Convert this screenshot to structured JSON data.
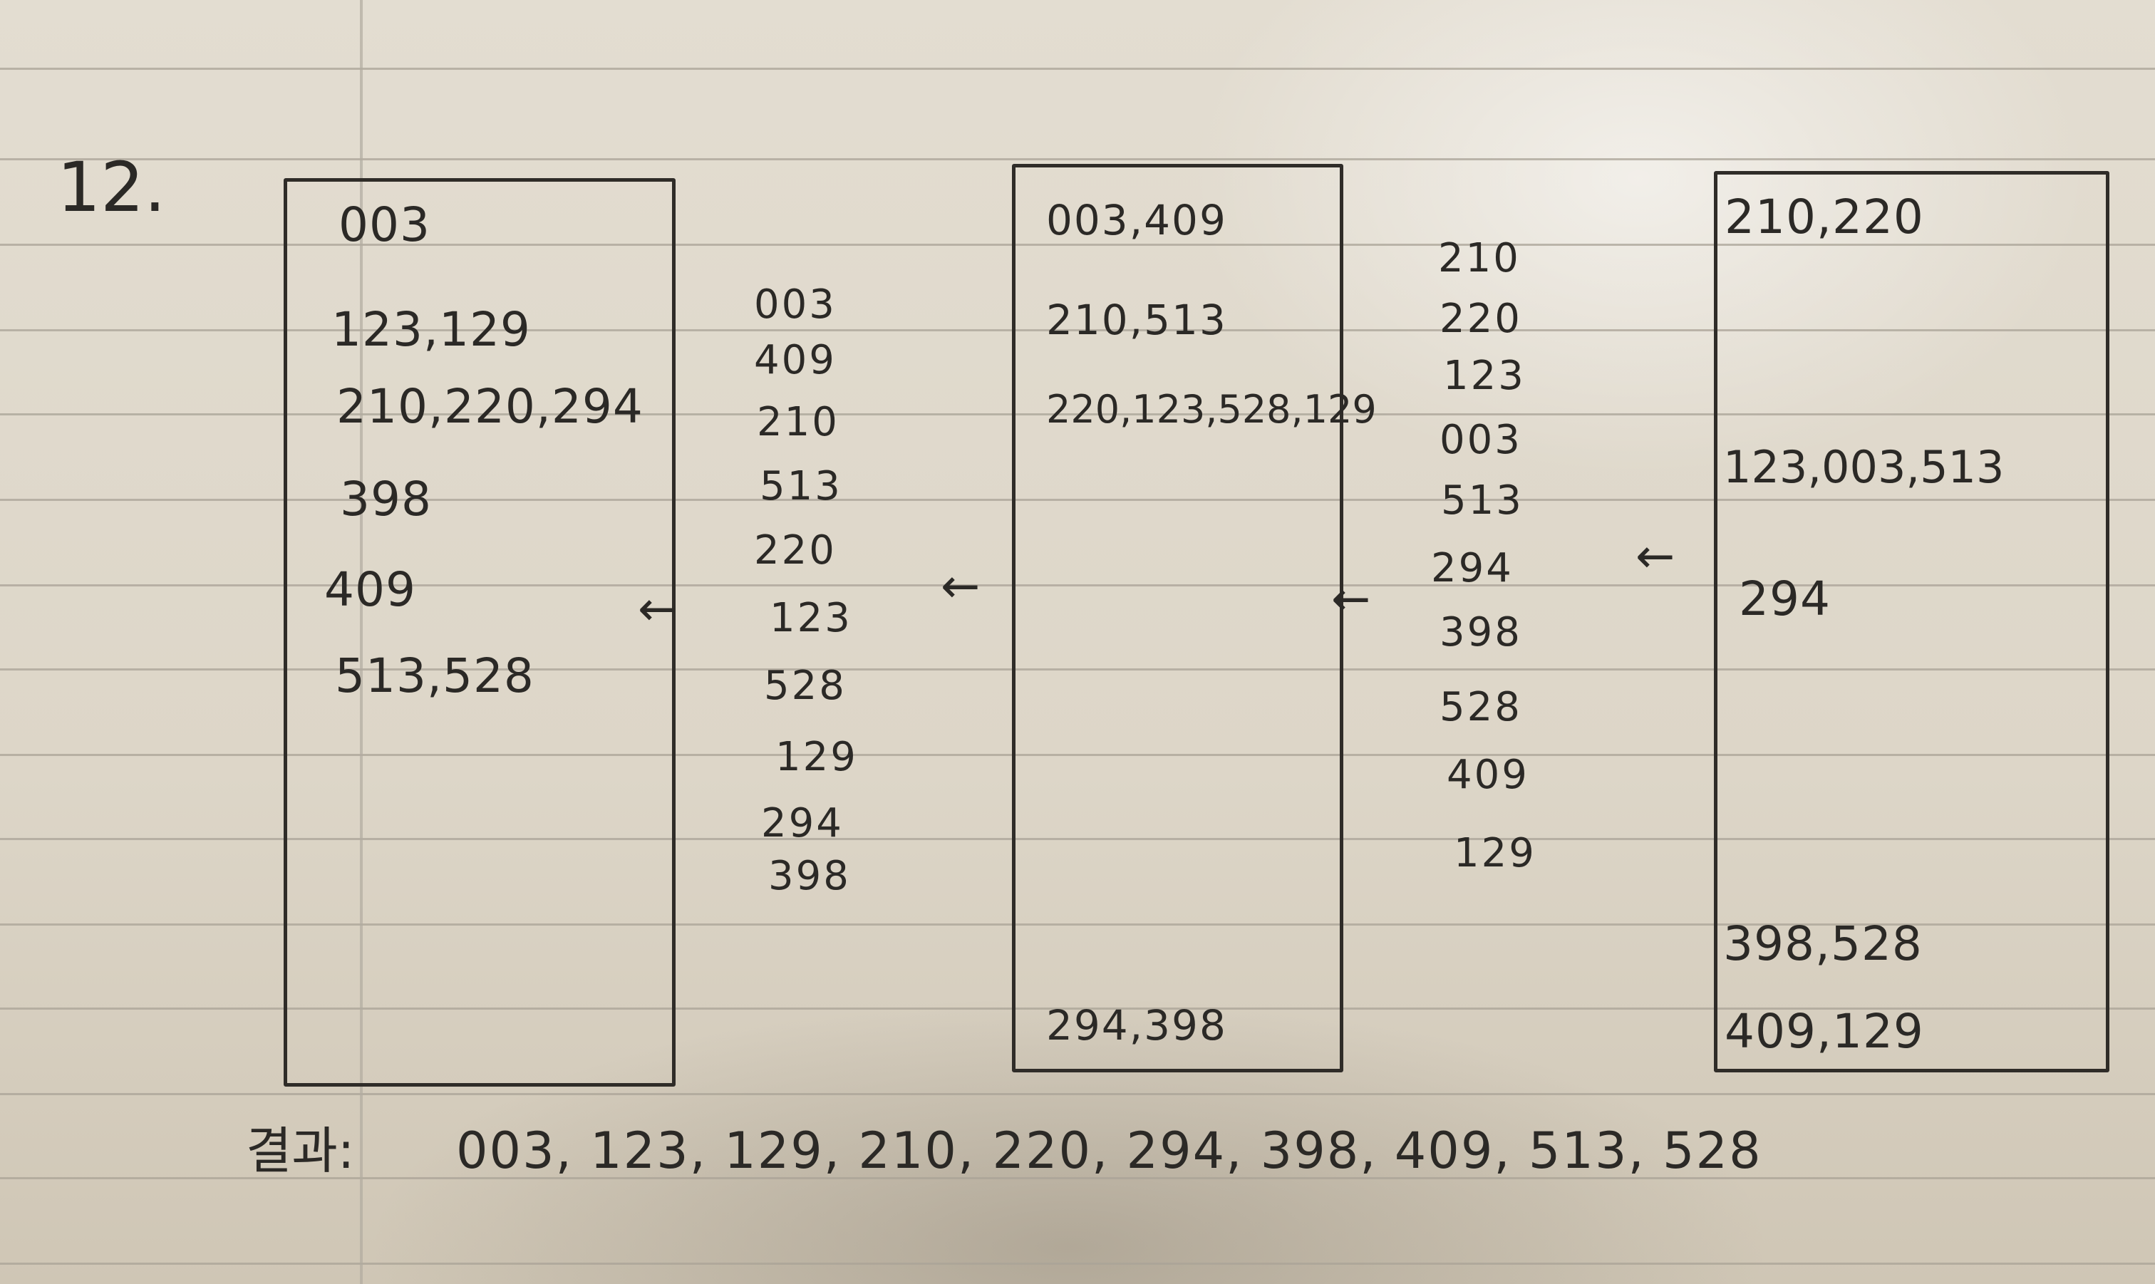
{
  "problem_number": "12.",
  "first_pass": {
    "buckets": [
      "003",
      "123,129",
      "210,220,294",
      "398",
      "409",
      "513,528"
    ]
  },
  "first_pass_list": [
    "003",
    "409",
    "210",
    "513",
    "220",
    "123",
    "528",
    "129",
    "294",
    "398"
  ],
  "second_pass": {
    "buckets_top": [
      "003,409",
      "210,513",
      "220,123,528,129"
    ],
    "bucket_bottom": "294,398"
  },
  "second_pass_list": [
    "210",
    "220",
    "123",
    "003",
    "513",
    "294",
    "398",
    "528",
    "409",
    "129"
  ],
  "third_pass": {
    "buckets": [
      "210,220",
      "123,003,513",
      "294",
      "398,528",
      "409,129"
    ]
  },
  "arrow_symbol": "←",
  "result": {
    "label": "결과:",
    "value": "003, 123, 129, 210, 220, 294, 398, 409, 513, 528"
  }
}
